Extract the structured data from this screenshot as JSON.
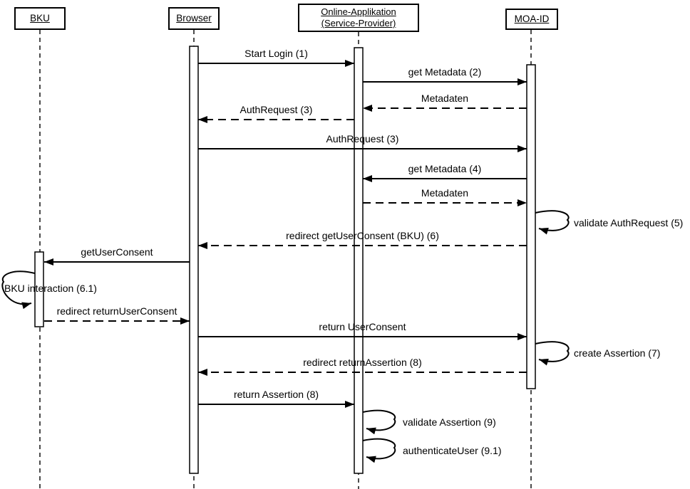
{
  "diagram": {
    "type": "uml-sequence-diagram",
    "colors": {
      "line": "#000000",
      "background": "#ffffff",
      "fill": "#ffffff"
    },
    "actors": [
      {
        "id": "bku",
        "label": "BKU"
      },
      {
        "id": "browser",
        "label": "Browser"
      },
      {
        "id": "online-applikation",
        "label": "Online-Applikation (Service-Provider)"
      },
      {
        "id": "moa-id",
        "label": "MOA-ID"
      }
    ],
    "messages": [
      {
        "label": "Start Login (1)",
        "from": "browser",
        "to": "online-applikation",
        "line": "solid"
      },
      {
        "label": "get Metadata (2)",
        "from": "online-applikation",
        "to": "moa-id",
        "line": "solid"
      },
      {
        "label": "Metadaten",
        "from": "moa-id",
        "to": "online-applikation",
        "line": "dashed"
      },
      {
        "label": "AuthRequest (3)",
        "from": "online-applikation",
        "to": "browser",
        "line": "dashed"
      },
      {
        "label": "AuthRequest (3)",
        "from": "browser",
        "to": "moa-id",
        "line": "solid"
      },
      {
        "label": "get Metadata (4)",
        "from": "moa-id",
        "to": "online-applikation",
        "line": "solid"
      },
      {
        "label": "Metadaten",
        "from": "online-applikation",
        "to": "moa-id",
        "line": "dashed"
      },
      {
        "label": "validate AuthRequest (5)",
        "from": "moa-id",
        "to": "moa-id",
        "line": "self"
      },
      {
        "label": "redirect getUserConsent (BKU) (6)",
        "from": "moa-id",
        "to": "browser",
        "line": "dashed"
      },
      {
        "label": "getUserConsent",
        "from": "browser",
        "to": "bku",
        "line": "solid"
      },
      {
        "label": "BKU interaction (6.1)",
        "from": "bku",
        "to": "bku",
        "line": "self"
      },
      {
        "label": "redirect returnUserConsent",
        "from": "bku",
        "to": "browser",
        "line": "dashed"
      },
      {
        "label": "return UserConsent",
        "from": "browser",
        "to": "moa-id",
        "line": "solid"
      },
      {
        "label": "create Assertion (7)",
        "from": "moa-id",
        "to": "moa-id",
        "line": "self"
      },
      {
        "label": "redirect returnAssertion (8)",
        "from": "moa-id",
        "to": "browser",
        "line": "dashed"
      },
      {
        "label": "return Assertion (8)",
        "from": "browser",
        "to": "online-applikation",
        "line": "solid"
      },
      {
        "label": "validate Assertion (9)",
        "from": "online-applikation",
        "to": "online-applikation",
        "line": "self"
      },
      {
        "label": "authenticateUser (9.1)",
        "from": "online-applikation",
        "to": "online-applikation",
        "line": "self"
      }
    ]
  }
}
